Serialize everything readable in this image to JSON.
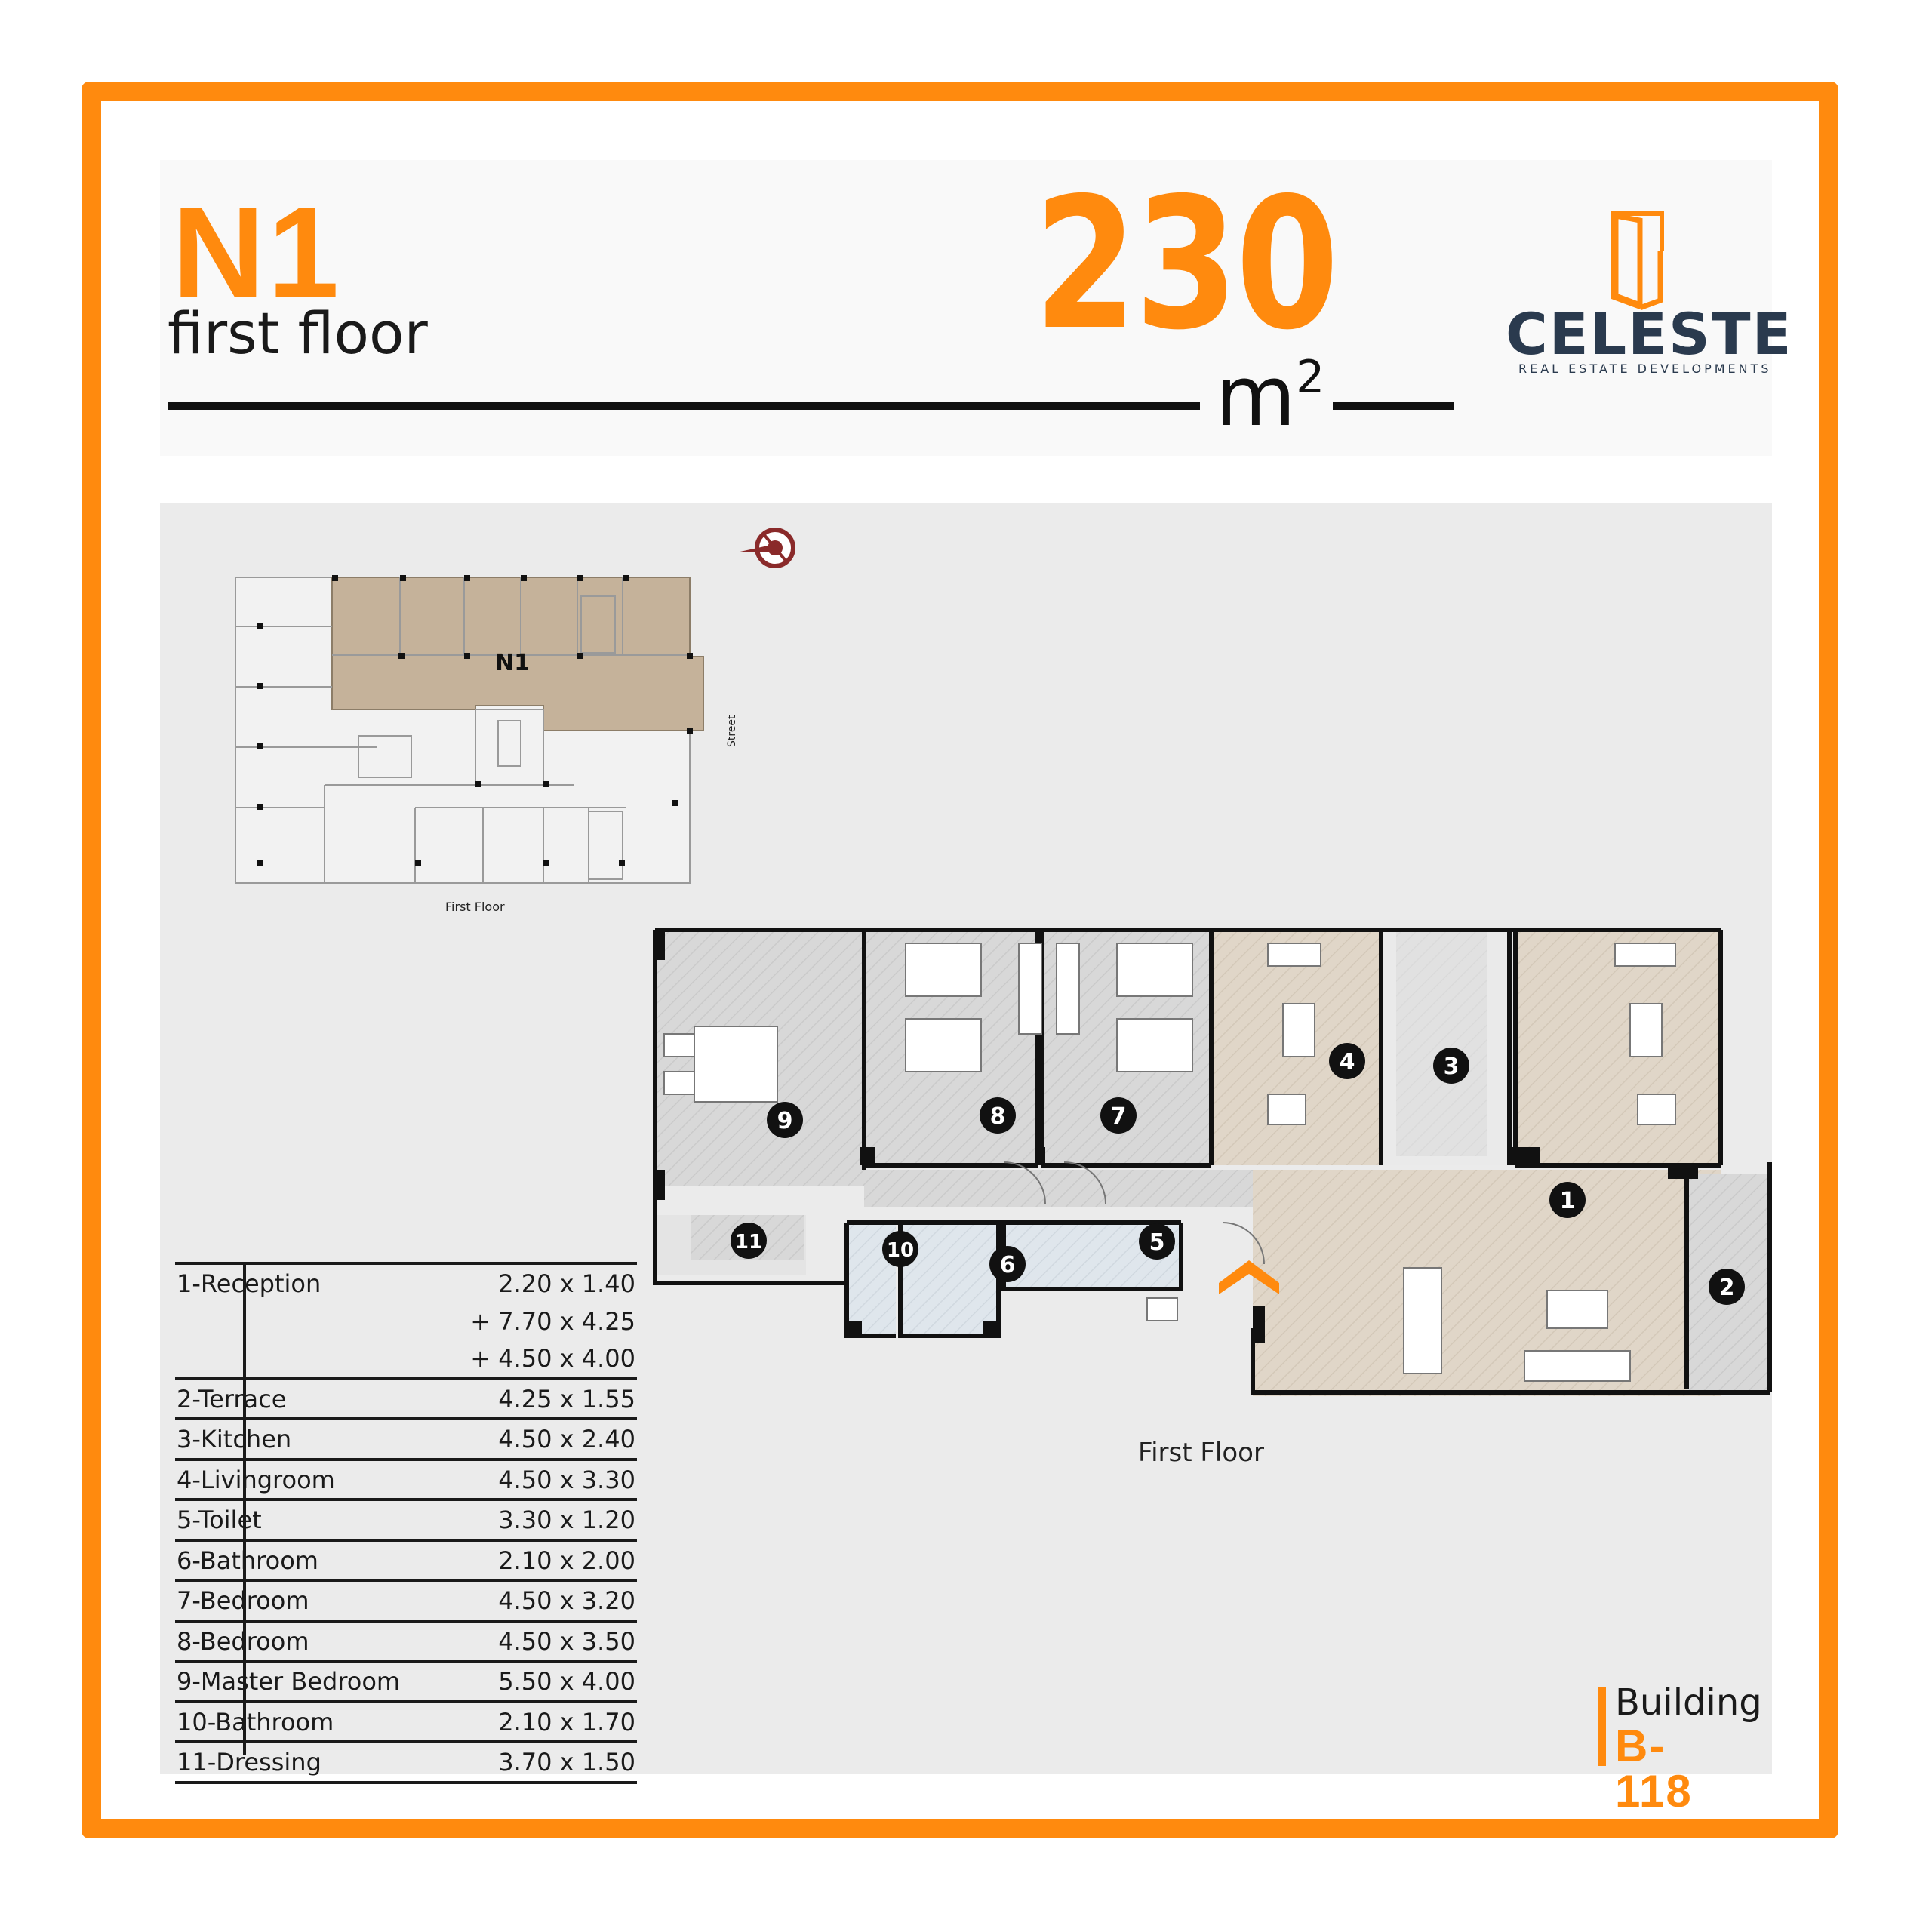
{
  "header": {
    "unit_code": "N1",
    "floor_label": "first floor",
    "area_value": "230",
    "area_unit": "m",
    "area_unit_sup": "2"
  },
  "logo": {
    "name": "CELESTE",
    "subtitle": "REAL ESTATE DEVELOPMENTS"
  },
  "key_plan": {
    "unit_tag": "N1",
    "street_label": "Street",
    "caption": "First Floor"
  },
  "plan": {
    "caption": "First Floor",
    "room_numbers": [
      "1",
      "2",
      "3",
      "4",
      "5",
      "6",
      "7",
      "8",
      "9",
      "10",
      "11"
    ]
  },
  "rooms": [
    {
      "name": "1-Reception",
      "dims": "2.20 x 1.40"
    },
    {
      "name": "",
      "dims": "+ 7.70 x 4.25"
    },
    {
      "name": "",
      "dims": "+ 4.50 x 4.00"
    },
    {
      "name": "2-Terrace",
      "dims": "4.25 x 1.55"
    },
    {
      "name": "3-Kitchen",
      "dims": "4.50 x 2.40"
    },
    {
      "name": "4-Livingroom",
      "dims": "4.50 x 3.30"
    },
    {
      "name": "5-Toilet",
      "dims": "3.30 x 1.20"
    },
    {
      "name": "6-Bathroom",
      "dims": "2.10 x 2.00"
    },
    {
      "name": "7-Bedroom",
      "dims": "4.50 x 3.20"
    },
    {
      "name": "8-Bedroom",
      "dims": "4.50 x 3.50"
    },
    {
      "name": "9-Master Bedroom",
      "dims": "5.50 x 4.00"
    },
    {
      "name": "10-Bathroom",
      "dims": "2.10 x 1.70"
    },
    {
      "name": "11-Dressing",
      "dims": "3.70 x 1.50"
    }
  ],
  "building": {
    "label": "Building",
    "code": "B-118"
  },
  "colors": {
    "accent": "#FF8A0E",
    "brand_dark": "#2a3a4e",
    "unit_highlight": "#c5b29a"
  }
}
